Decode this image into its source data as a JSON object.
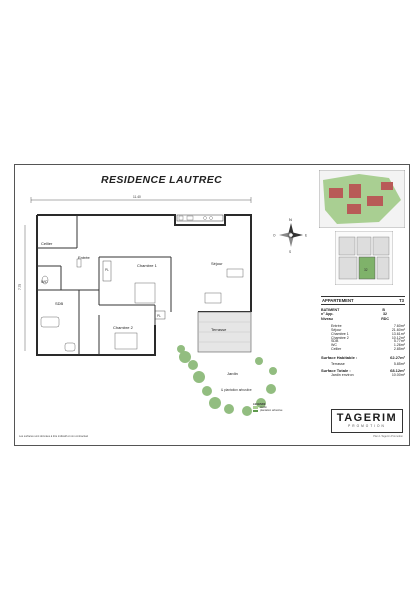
{
  "title": "RESIDENCE LAUTREC",
  "dimensions": {
    "width": "11.40",
    "height": "7.75"
  },
  "compass": {
    "n": "N",
    "s": "S",
    "e": "E",
    "o": "O"
  },
  "rooms": {
    "cellier": "Cellier",
    "entree": "Entrée",
    "wc": "WC",
    "sdb": "SDB",
    "chambre1": "Chambre 1",
    "chambre2": "Chambre 2",
    "sejour": "Séjour",
    "terrasse": "Terrasse",
    "jardin": "Jardin",
    "plantation": "& plantation\narbustive"
  },
  "legend": {
    "title": "LEGENDE",
    "row1": "Jardin",
    "row2": "plantation arbustive"
  },
  "apartment": {
    "header_label": "APPARTEMENT",
    "header_value": "T3",
    "batiment_label": "BATIMENT",
    "batiment_value": "B",
    "numero_label": "n° App.",
    "numero_value": "32",
    "niveau_label": "Niveau",
    "niveau_value": "RDC",
    "areas": [
      {
        "label": "Entrée",
        "value": "7.60m²"
      },
      {
        "label": "Séjour",
        "value": "21.60m²"
      },
      {
        "label": "Chambre 1",
        "value": "13.61m²"
      },
      {
        "label": "Chambre 2",
        "value": "10.12m²"
      },
      {
        "label": "SDB",
        "value": "5.77m²"
      },
      {
        "label": "WC",
        "value": "1.26m²"
      },
      {
        "label": "Cellier",
        "value": "2.85m²"
      }
    ],
    "surface_habitable_label": "Surface Habitable :",
    "surface_habitable_value": "62.27m²",
    "terrasse_label": "Terrasse",
    "terrasse_value": "5.85m²",
    "surface_totale_label": "Surface Totale :",
    "surface_totale_value": "68.12m²",
    "jardin_label": "Jardin environ",
    "jardin_value": "10.00m²"
  },
  "brand": {
    "name": "TAGERIM",
    "sub": "PROMOTION"
  },
  "minimap_unit": "32",
  "footer": {
    "disclaimer": "Les surfaces sont données à titre indicatif et non contractuel",
    "right": "Plan 1     Tagerim Promotion"
  },
  "colors": {
    "wall": "#2a2a2a",
    "terrace": "#e6e6e6",
    "garden": "#7fb26a",
    "building": "#b85b57"
  }
}
